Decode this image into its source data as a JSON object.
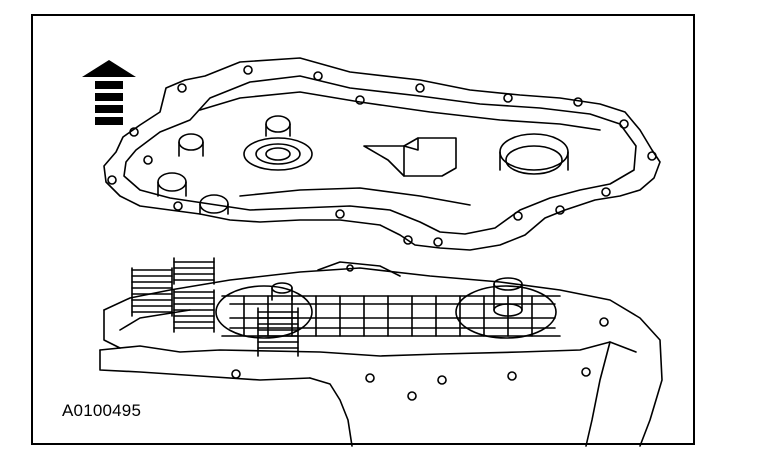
{
  "figure": {
    "caption": "A0100495",
    "line_color": "#000000",
    "background": "#ffffff"
  },
  "icons": {
    "direction_arrow": "up-arrow-icon",
    "cover": "transfer-case-cover",
    "housing": "transfer-case-housing",
    "chain": "drive-chain",
    "springs": "coil-spring",
    "bearing": "cover-bearing"
  }
}
